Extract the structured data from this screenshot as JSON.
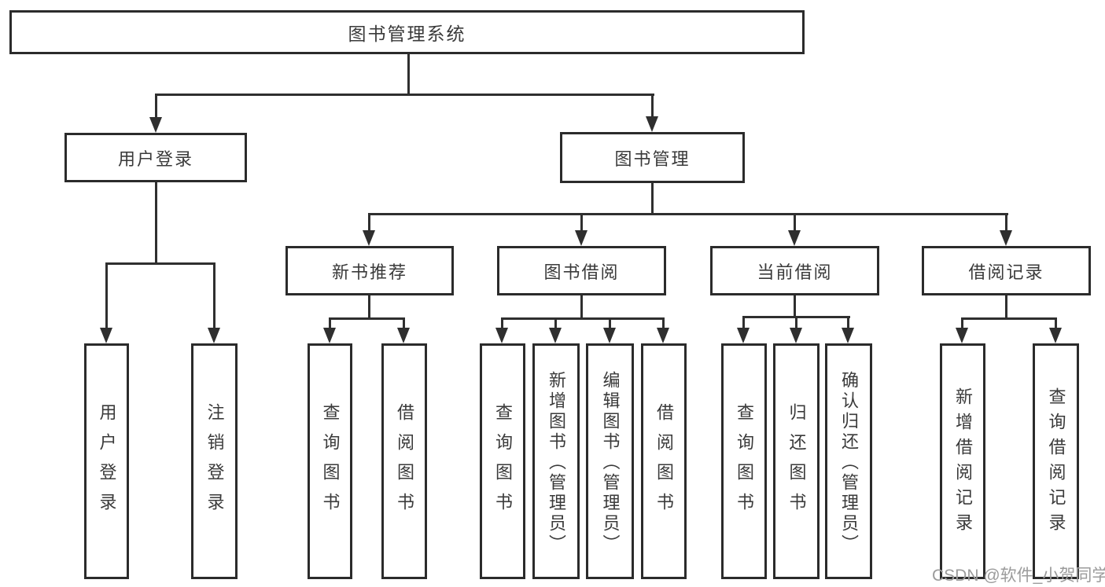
{
  "diagram": {
    "title": "图书管理系统",
    "watermark": "CSDN @软件_小贺同学",
    "colors": {
      "line": "#2f2f2f",
      "box_border": "#2b2b2b",
      "text": "#3a3a3a",
      "watermark": "#9b9b9b",
      "background": "#ffffff"
    },
    "nodes": {
      "root": {
        "label": "图书管理系统"
      },
      "user_login": {
        "label": "用户登录"
      },
      "book_management": {
        "label": "图书管理"
      },
      "new_book_recommend": {
        "label": "新书推荐"
      },
      "book_borrowing": {
        "label": "图书借阅"
      },
      "current_borrowing": {
        "label": "当前借阅"
      },
      "borrowing_records": {
        "label": "借阅记录"
      },
      "leaf_user_login": {
        "label": "用户登录"
      },
      "leaf_logout": {
        "label": "注销登录"
      },
      "leaf_query_books_recommend": {
        "label": "查询图书"
      },
      "leaf_borrow_books_recommend": {
        "label": "借阅图书"
      },
      "leaf_query_books_borrowing": {
        "label": "查询图书"
      },
      "leaf_add_books_admin": {
        "label": "新增图书（管理员）"
      },
      "leaf_edit_books_admin": {
        "label": "编辑图书（管理员）"
      },
      "leaf_borrow_books_borrowing": {
        "label": "借阅图书"
      },
      "leaf_query_books_current": {
        "label": "查询图书"
      },
      "leaf_return_books": {
        "label": "归还图书"
      },
      "leaf_confirm_return_admin": {
        "label": "确认归还（管理员）"
      },
      "leaf_add_borrow_record": {
        "label": "新增借阅记录"
      },
      "leaf_query_borrow_record": {
        "label": "查询借阅记录"
      }
    }
  }
}
